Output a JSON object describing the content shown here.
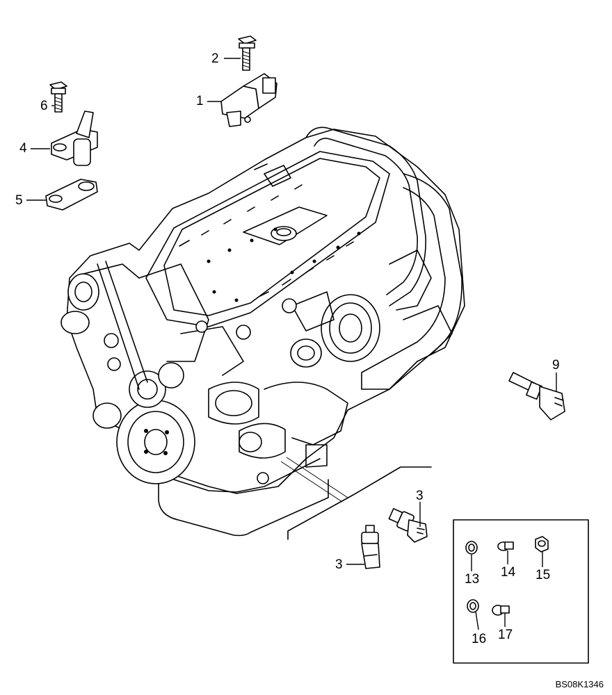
{
  "labels": {
    "p1": "1",
    "p2": "2",
    "p3a": "3",
    "p3b": "3",
    "p4": "4",
    "p5": "5",
    "p6": "6",
    "p9": "9",
    "p13": "13",
    "p14": "14",
    "p15": "15",
    "p16": "16",
    "p17": "17"
  },
  "drawing_code": "BS08K1346",
  "colors": {
    "line": "#000000",
    "background": "#ffffff"
  }
}
